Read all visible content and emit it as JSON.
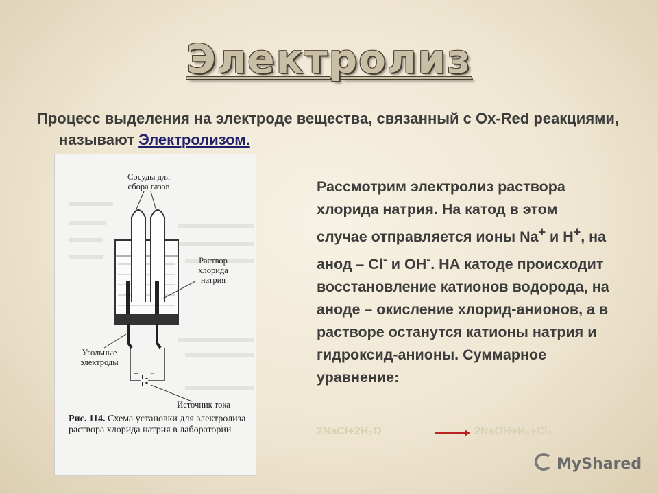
{
  "slide": {
    "title": "Электролиз",
    "definition_prefix": "Процесс выделения на электроде вещества, связанный с Ox-Red реакциями, называют ",
    "definition_link": "Электролизом."
  },
  "figure": {
    "label_vessels": "Сосуды для сбора газов",
    "label_solution": "Раствор хлорида натрия",
    "label_electrodes": "Угольные электроды",
    "label_source": "Источник тока",
    "caption_num": "Рис. 114.",
    "caption_text": "Схема установки для электролиза раствора хлорида натрия в лаборатории"
  },
  "body": {
    "text1": "Рассмотрим электролиз раствора хлорида натрия. На катод в этом случае отправляется ионы Na",
    "sup1": "+",
    "text2": " и H",
    "sup2": "+",
    "text3": ", на анод – Cl",
    "sup3": "-",
    "text4": " и OH",
    "sup4": "-",
    "text5": ". НА катоде происходит восстановление катионов водорода, на аноде – окисление хлорид-анионов, а в растворе останутся катионы натрия и гидроксид-анионы. Суммарное уравнение:"
  },
  "equation": {
    "left": "2NaCl+2H₂O",
    "right": "2NaOH+H₂+Cl₂"
  },
  "watermark": "MyShared",
  "colors": {
    "arrow": "#bb2222",
    "link": "#1f1f6b"
  }
}
